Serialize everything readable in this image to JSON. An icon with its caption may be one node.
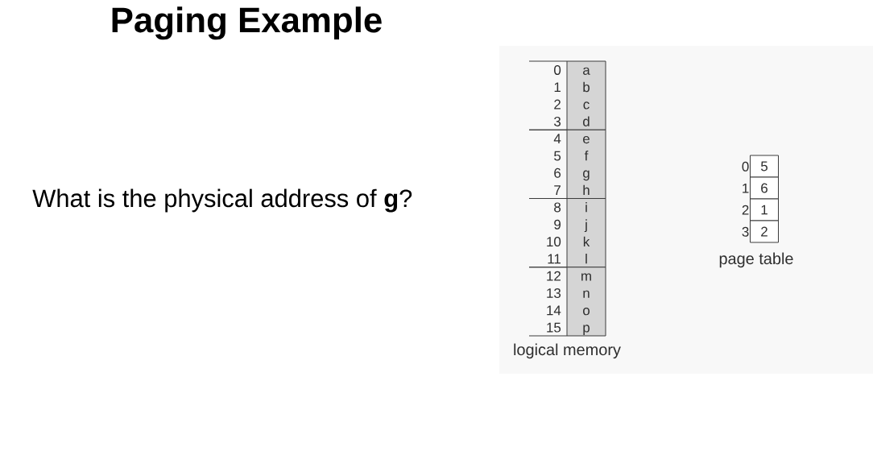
{
  "diagram": {
    "title": "Paging Example",
    "nodes": [
      {
        "text": [
          "logical memory"
        ]
      },
      {
        "text": [
          "a",
          "b",
          "c",
          "d"
        ],
        "beside": [
          "0",
          "1",
          "2",
          "3"
        ],
        "in": 0
      },
      {
        "text": [
          "e",
          "f",
          "g",
          "h"
        ],
        "beside": [
          "4",
          "5",
          "6",
          "7"
        ],
        "in": 0
      },
      {
        "text": [
          "i",
          "j",
          "k",
          "l"
        ],
        "beside": [
          "8",
          "9",
          "10",
          "11"
        ],
        "in": 0
      },
      {
        "text": [
          "m",
          "n",
          "o",
          "p"
        ],
        "beside": [
          "12",
          "13",
          "14",
          "15"
        ],
        "in": 0
      },
      {
        "text": [
          "page table"
        ]
      },
      {
        "text": [
          "5"
        ],
        "beside": [
          "0"
        ],
        "in": 5
      },
      {
        "text": [
          "6"
        ],
        "beside": [
          "1"
        ],
        "in": 5
      },
      {
        "text": [
          "1"
        ],
        "beside": [
          "2"
        ],
        "in": 5
      },
      {
        "text": [
          "2"
        ],
        "beside": [
          "3"
        ],
        "in": 5
      }
    ],
    "labels": [
      "What is the physical address of **g**?"
    ]
  }
}
